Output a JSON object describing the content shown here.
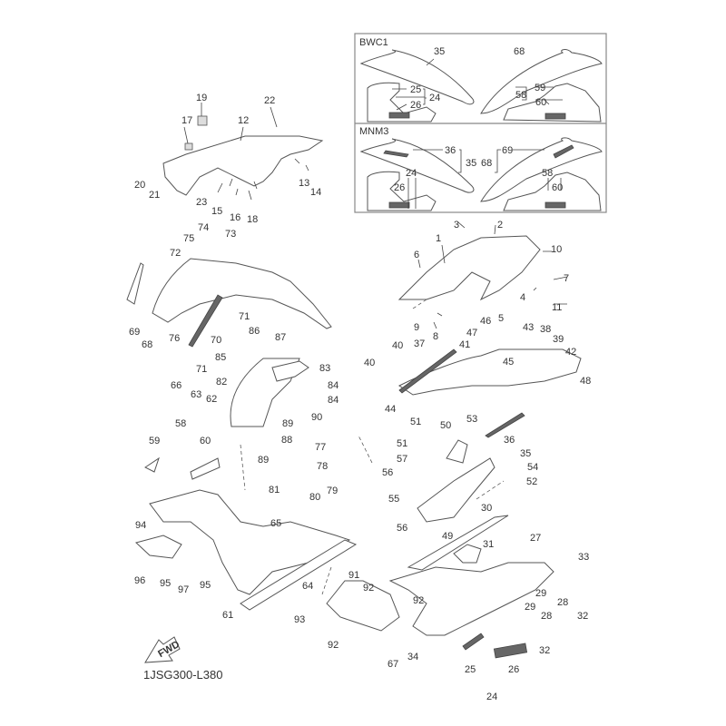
{
  "diagram": {
    "catalog_code": "1JSG300-L380",
    "fwd_arrow_label": "FWD",
    "inset": {
      "variants": [
        {
          "title": "BWC1",
          "callouts": [
            "35",
            "68",
            "25",
            "24",
            "26",
            "59",
            "58",
            "60"
          ]
        },
        {
          "title": "MNM3",
          "callouts": [
            "36",
            "35",
            "68",
            "69",
            "24",
            "26",
            "58",
            "60"
          ]
        }
      ]
    },
    "callouts": [
      {
        "id": "c1",
        "text": "1"
      },
      {
        "id": "c2",
        "text": "2"
      },
      {
        "id": "c3",
        "text": "3"
      },
      {
        "id": "c4",
        "text": "4"
      },
      {
        "id": "c5",
        "text": "5"
      },
      {
        "id": "c6",
        "text": "6"
      },
      {
        "id": "c7",
        "text": "7"
      },
      {
        "id": "c8",
        "text": "8"
      },
      {
        "id": "c9",
        "text": "9"
      },
      {
        "id": "c10",
        "text": "10"
      },
      {
        "id": "c11",
        "text": "11"
      },
      {
        "id": "c12",
        "text": "12"
      },
      {
        "id": "c13",
        "text": "13"
      },
      {
        "id": "c14",
        "text": "14"
      },
      {
        "id": "c15",
        "text": "15"
      },
      {
        "id": "c16",
        "text": "16"
      },
      {
        "id": "c17",
        "text": "17"
      },
      {
        "id": "c18",
        "text": "18"
      },
      {
        "id": "c19",
        "text": "19"
      },
      {
        "id": "c20",
        "text": "20"
      },
      {
        "id": "c21",
        "text": "21"
      },
      {
        "id": "c22",
        "text": "22"
      },
      {
        "id": "c23",
        "text": "23"
      },
      {
        "id": "c24",
        "text": "24"
      },
      {
        "id": "c25",
        "text": "25"
      },
      {
        "id": "c26",
        "text": "26"
      },
      {
        "id": "c27",
        "text": "27"
      },
      {
        "id": "c28a",
        "text": "28"
      },
      {
        "id": "c28b",
        "text": "28"
      },
      {
        "id": "c29a",
        "text": "29"
      },
      {
        "id": "c29b",
        "text": "29"
      },
      {
        "id": "c30",
        "text": "30"
      },
      {
        "id": "c31",
        "text": "31"
      },
      {
        "id": "c32a",
        "text": "32"
      },
      {
        "id": "c32b",
        "text": "32"
      },
      {
        "id": "c33",
        "text": "33"
      },
      {
        "id": "c34",
        "text": "34"
      },
      {
        "id": "c35",
        "text": "35"
      },
      {
        "id": "c36",
        "text": "36"
      },
      {
        "id": "c37",
        "text": "37"
      },
      {
        "id": "c38",
        "text": "38"
      },
      {
        "id": "c39",
        "text": "39"
      },
      {
        "id": "c40a",
        "text": "40"
      },
      {
        "id": "c40b",
        "text": "40"
      },
      {
        "id": "c41",
        "text": "41"
      },
      {
        "id": "c42",
        "text": "42"
      },
      {
        "id": "c43",
        "text": "43"
      },
      {
        "id": "c44",
        "text": "44"
      },
      {
        "id": "c45",
        "text": "45"
      },
      {
        "id": "c46",
        "text": "46"
      },
      {
        "id": "c47",
        "text": "47"
      },
      {
        "id": "c48",
        "text": "48"
      },
      {
        "id": "c49",
        "text": "49"
      },
      {
        "id": "c50",
        "text": "50"
      },
      {
        "id": "c51a",
        "text": "51"
      },
      {
        "id": "c51b",
        "text": "51"
      },
      {
        "id": "c52",
        "text": "52"
      },
      {
        "id": "c53",
        "text": "53"
      },
      {
        "id": "c54",
        "text": "54"
      },
      {
        "id": "c55",
        "text": "55"
      },
      {
        "id": "c56a",
        "text": "56"
      },
      {
        "id": "c56b",
        "text": "56"
      },
      {
        "id": "c57",
        "text": "57"
      },
      {
        "id": "c58",
        "text": "58"
      },
      {
        "id": "c59",
        "text": "59"
      },
      {
        "id": "c60",
        "text": "60"
      },
      {
        "id": "c61",
        "text": "61"
      },
      {
        "id": "c62",
        "text": "62"
      },
      {
        "id": "c63",
        "text": "63"
      },
      {
        "id": "c64",
        "text": "64"
      },
      {
        "id": "c65",
        "text": "65"
      },
      {
        "id": "c66",
        "text": "66"
      },
      {
        "id": "c67",
        "text": "67"
      },
      {
        "id": "c68",
        "text": "68"
      },
      {
        "id": "c69",
        "text": "69"
      },
      {
        "id": "c70",
        "text": "70"
      },
      {
        "id": "c71a",
        "text": "71"
      },
      {
        "id": "c71b",
        "text": "71"
      },
      {
        "id": "c72",
        "text": "72"
      },
      {
        "id": "c73",
        "text": "73"
      },
      {
        "id": "c74",
        "text": "74"
      },
      {
        "id": "c75",
        "text": "75"
      },
      {
        "id": "c76",
        "text": "76"
      },
      {
        "id": "c77",
        "text": "77"
      },
      {
        "id": "c78",
        "text": "78"
      },
      {
        "id": "c79",
        "text": "79"
      },
      {
        "id": "c80",
        "text": "80"
      },
      {
        "id": "c81",
        "text": "81"
      },
      {
        "id": "c82",
        "text": "82"
      },
      {
        "id": "c83",
        "text": "83"
      },
      {
        "id": "c84a",
        "text": "84"
      },
      {
        "id": "c84b",
        "text": "84"
      },
      {
        "id": "c85",
        "text": "85"
      },
      {
        "id": "c86",
        "text": "86"
      },
      {
        "id": "c87",
        "text": "87"
      },
      {
        "id": "c88",
        "text": "88"
      },
      {
        "id": "c89a",
        "text": "89"
      },
      {
        "id": "c89b",
        "text": "89"
      },
      {
        "id": "c90",
        "text": "90"
      },
      {
        "id": "c91",
        "text": "91"
      },
      {
        "id": "c92a",
        "text": "92"
      },
      {
        "id": "c92b",
        "text": "92"
      },
      {
        "id": "c92c",
        "text": "92"
      },
      {
        "id": "c93",
        "text": "93"
      },
      {
        "id": "c94",
        "text": "94"
      },
      {
        "id": "c95a",
        "text": "95"
      },
      {
        "id": "c95b",
        "text": "95"
      },
      {
        "id": "c96",
        "text": "96"
      },
      {
        "id": "c97",
        "text": "97"
      }
    ]
  }
}
